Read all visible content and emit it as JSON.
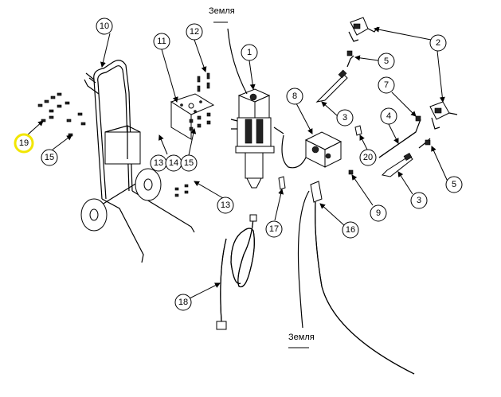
{
  "ground_labels": [
    "Земля",
    "Земля"
  ],
  "callouts": [
    "1",
    "2",
    "2",
    "3",
    "3",
    "4",
    "5",
    "5",
    "7",
    "8",
    "9",
    "10",
    "11",
    "12",
    "13",
    "13",
    "14",
    "15",
    "15",
    "16",
    "17",
    "18",
    "19",
    "20"
  ],
  "highlight_color": "#f2e600"
}
